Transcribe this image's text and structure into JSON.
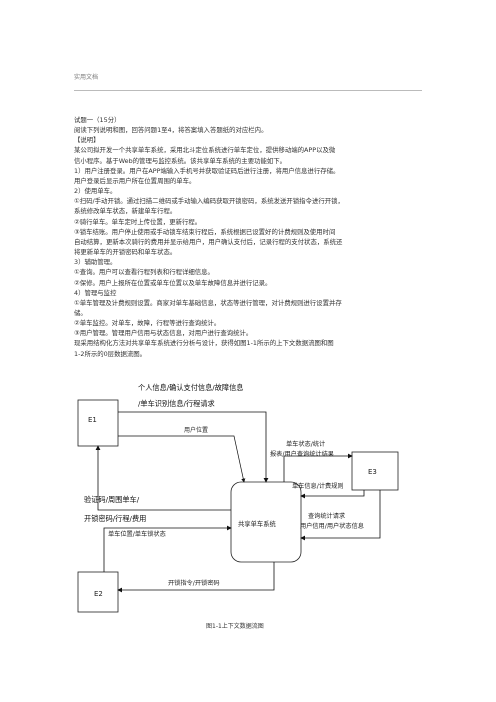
{
  "header": {
    "label": "实用文档"
  },
  "lines": [
    "试题一（15分）",
    "阅读下列说明和图，回答问题1至4，将答案填入答题纸的对应栏内。",
    "【说明】",
    "某公司拟开发一个共享单车系统，采用北斗定位系统进行单车定位，提供移动端的APP以及微",
    "信小程序。基于Web的管理与监控系统。该共享单车系统的主要功能如下。",
    "1）用户注册登录。用户在APP端输入手机号并获取验证码后进行注册，将用户信息进行存储。",
    "用户登录后显示用户所在位置周围的单车。",
    "2）使用单车。",
    "①扫码/手动开锁。通过扫描二维码或手动输入编码获取开锁密码，系统发送开锁指令进行开锁，",
    "系统修改单车状态，新建单车行程。",
    "②骑行单车。单车定时上传位置，更新行程。",
    "③锁车结账。用户停止使用或手动锁车结束行程后，系统根据已设置好的计费规则及使用时间",
    "自动结算，更新本次骑行的费用并显示给用户，用户确认支付后，记录行程的支付状态，系统还",
    "将更新单车的开锁密码和单车状态。",
    "3）辅助管理。",
    "①查询。用户可以查看行程列表和行程详细信息。",
    "②保修。用户上报所在位置或单车位置以及单车故障信息并进行记录。",
    "4）管理与监控",
    "①单车管理及计费规则设置。商家对单车基础信息，状态等进行管理，对计费规则进行设置并存",
    "储。",
    "②单车监控。对单车，故障，行程等进行查询统计。",
    "③用户管理。管理用户信用与状态信息，对用户进行查询统计。",
    "现采用结构化方法对共享单车系统进行分析与设计，获得如图1-1所示的上下文数据流图和图",
    "1-2所示的0层数据流图。"
  ],
  "diagram": {
    "entities": {
      "e1": "E1",
      "e2": "E2",
      "e3": "E3"
    },
    "system": "共享单车系统",
    "flows": {
      "f1": "个人信息/确认支付信息/故障信息",
      "f2": "/单车识别信息/行程请求",
      "f3": "用户位置",
      "f4": "验证码/周围单车/",
      "f5": "开锁密码/行程/费用",
      "f6": "单车位置/单车锁状态",
      "f7": "开锁指令/开锁密码",
      "f8": "单车状态/统计",
      "f9": "报表/用户查询统计结果",
      "f10": "单车信息/计费规则",
      "f11": "查询统计请求",
      "f12": "用户信用/用户状态信息"
    },
    "caption": "图1-1上下文数据流图"
  }
}
